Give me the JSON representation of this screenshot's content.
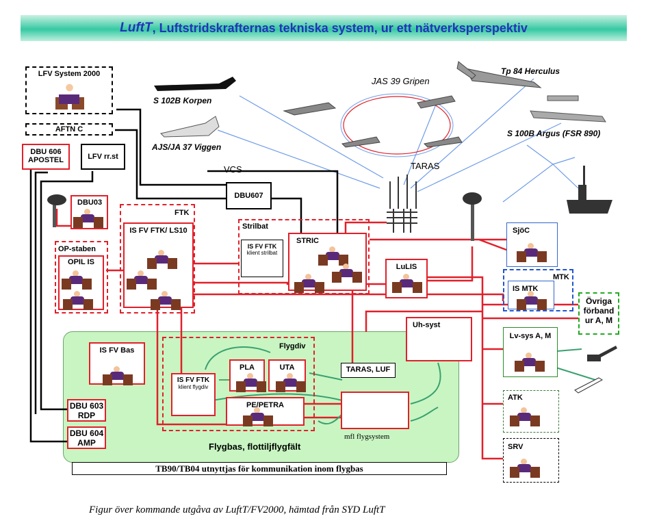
{
  "title": {
    "brand": "LuftT",
    "rest": ", Luftstridskrafternas tekniska system, ur ett nätverksperspektiv"
  },
  "aircraft": {
    "korpen": "S 102B Korpen",
    "viggen": "AJS/JA 37 Viggen",
    "gripen": "JAS 39 Gripen",
    "hercules": "Tp 84 Herculus",
    "argus": "S 100B Argus (FSR 890)"
  },
  "network": {
    "taras": "TARAS",
    "vcs": "VCS"
  },
  "nodes": {
    "lfv_system": "LFV System 2000",
    "aftn": "AFTN C",
    "dbu606": "DBU 606 APOSTEL",
    "lfv_rrst": "LFV rr.st",
    "dbu03": "DBU03",
    "dbu607": "DBU607",
    "ftk": "FTK",
    "is_fv_ftk": "IS FV FTK/ LS10",
    "op_staben": "OP-staben",
    "opil": "OPIL IS",
    "strilbat": "Strilbat",
    "is_fv_ftk_klient": "IS FV FTK",
    "klient_strilbat": "klient strilbat",
    "stric": "STRIC",
    "lulis": "LuLIS",
    "sjoc": "SjöC",
    "mtk": "MTK",
    "is_mtk": "IS MTK",
    "ovriga": "Övriga förband ur A, M",
    "uh_syst": "Uh-syst",
    "lv_sys": "Lv-sys A, M",
    "atk": "ATK",
    "srv": "SRV",
    "is_fv_bas": "IS FV Bas",
    "flygdiv": "Flygdiv",
    "pla": "PLA",
    "uta": "UTA",
    "taras_luf": "TARAS, LUF",
    "is_fv_ftk_flyg": "IS FV FTK",
    "klient_flygdiv": "klient flygdiv",
    "pe_petra": "PE/PETRA",
    "mfl_flygsystem": "mfl flygsystem",
    "dbu603": "DBU 603 RDP",
    "dbu604": "DBU 604 AMP",
    "flygbas": "Flygbas, flottiljflygfält"
  },
  "footer": "TB90/TB04 utnyttjas för kommunikation inom flygbas",
  "caption": "Figur över kommande utgåva av LuftT/FV2000, hämtad  från SYD LuftT",
  "colors": {
    "red_link": "#e0202a",
    "blue_link": "#6f9ce8",
    "green_link": "#3aa070",
    "black_link": "#000000",
    "flygbas_fill": "#c8f5c2"
  },
  "icons": [
    "operator-workstation-icon",
    "radar-tower-icon",
    "antenna-icon",
    "radio-icon",
    "ship-icon",
    "gun-icon",
    "missile-icon",
    "computer-terminal-icon"
  ]
}
